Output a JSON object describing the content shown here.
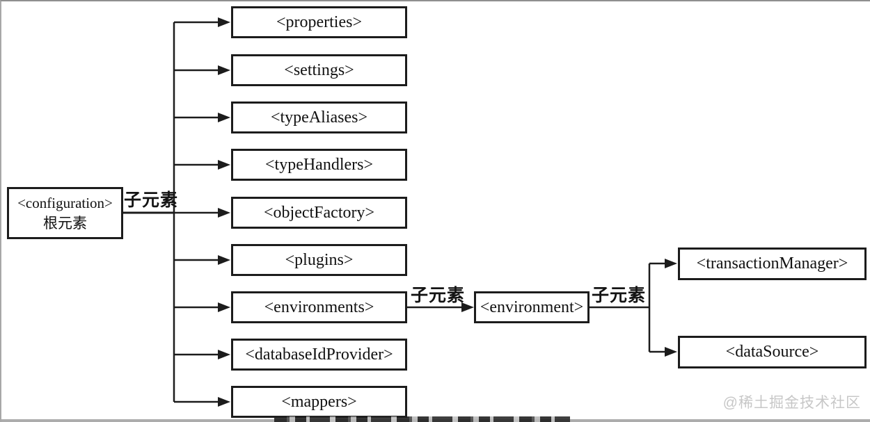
{
  "diagram": {
    "root_node": {
      "tag": "<configuration>",
      "caption": "根元素"
    },
    "edge_labels": {
      "root_children": "子元素",
      "environments_children": "子元素",
      "environment_children": "子元素"
    },
    "level1_nodes": [
      "<properties>",
      "<settings>",
      "<typeAliases>",
      "<typeHandlers>",
      "<objectFactory>",
      "<plugins>",
      "<environments>",
      "<databaseIdProvider>",
      "<mappers>"
    ],
    "level2_node": "<environment>",
    "level3_nodes": [
      "<transactionManager>",
      "<dataSource>"
    ]
  },
  "watermark": "@稀土掘金技术社区",
  "colors": {
    "line": "#1c1c1c",
    "box_border": "#1c1c1c",
    "text": "#111111",
    "watermark": "#c7c7c7",
    "background": "#ffffff",
    "frame_border": "#8f8f8f"
  }
}
